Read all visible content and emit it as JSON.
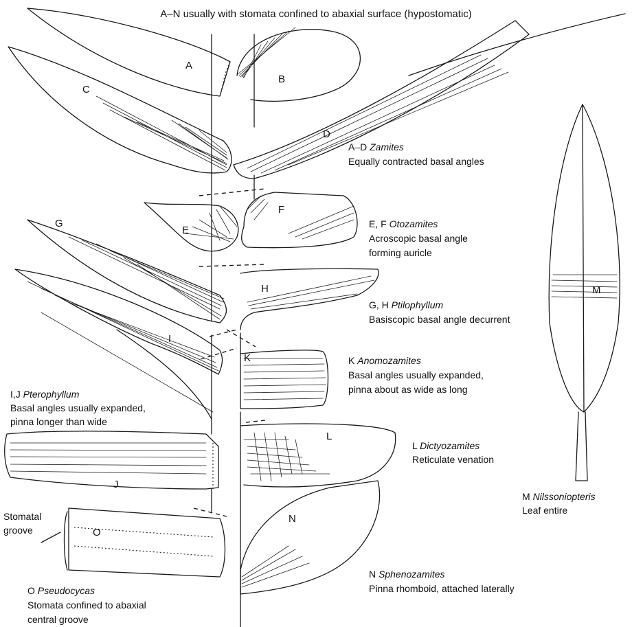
{
  "header": "A–N usually with stomata confined to abaxial surface (hypostomatic)",
  "letters": {
    "A": "A",
    "B": "B",
    "C": "C",
    "D": "D",
    "E": "E",
    "F": "F",
    "G": "G",
    "H": "H",
    "I": "I",
    "J": "J",
    "K": "K",
    "L": "L",
    "M": "M",
    "N": "N",
    "O": "O"
  },
  "captions": {
    "zamites": {
      "prefix": "A–D",
      "genus": "Zamites",
      "desc": "Equally contracted basal angles"
    },
    "otozamites": {
      "prefix": "E, F",
      "genus": "Otozamites",
      "desc1": "Acroscopic basal angle",
      "desc2": "forming auricle"
    },
    "ptilophyllum": {
      "prefix": "G, H",
      "genus": "Ptilophyllum",
      "desc": "Basiscopic basal angle decurrent"
    },
    "anomozamites": {
      "prefix": "K",
      "genus": "Anomozamites",
      "desc1": "Basal angles usually expanded,",
      "desc2": "pinna about as wide as long"
    },
    "pterophyllum": {
      "prefix": "I,J",
      "genus": "Pterophyllum",
      "desc1": "Basal angles usually expanded,",
      "desc2": "pinna longer than wide"
    },
    "dictyozamites": {
      "prefix": "L",
      "genus": "Dictyozamites",
      "desc": "Reticulate venation"
    },
    "nilssoniopteris": {
      "prefix": "M",
      "genus": "Nilssoniopteris",
      "desc": "Leaf entire"
    },
    "sphenozamites": {
      "prefix": "N",
      "genus": "Sphenozamites",
      "desc": "Pinna rhomboid, attached laterally"
    },
    "pseudocycas": {
      "prefix": "O",
      "genus": "Pseudocycas",
      "desc1": "Stomata confined to abaxial",
      "desc2": "central groove"
    }
  },
  "stomatal_groove_label": [
    "Stomatal",
    "groove"
  ]
}
